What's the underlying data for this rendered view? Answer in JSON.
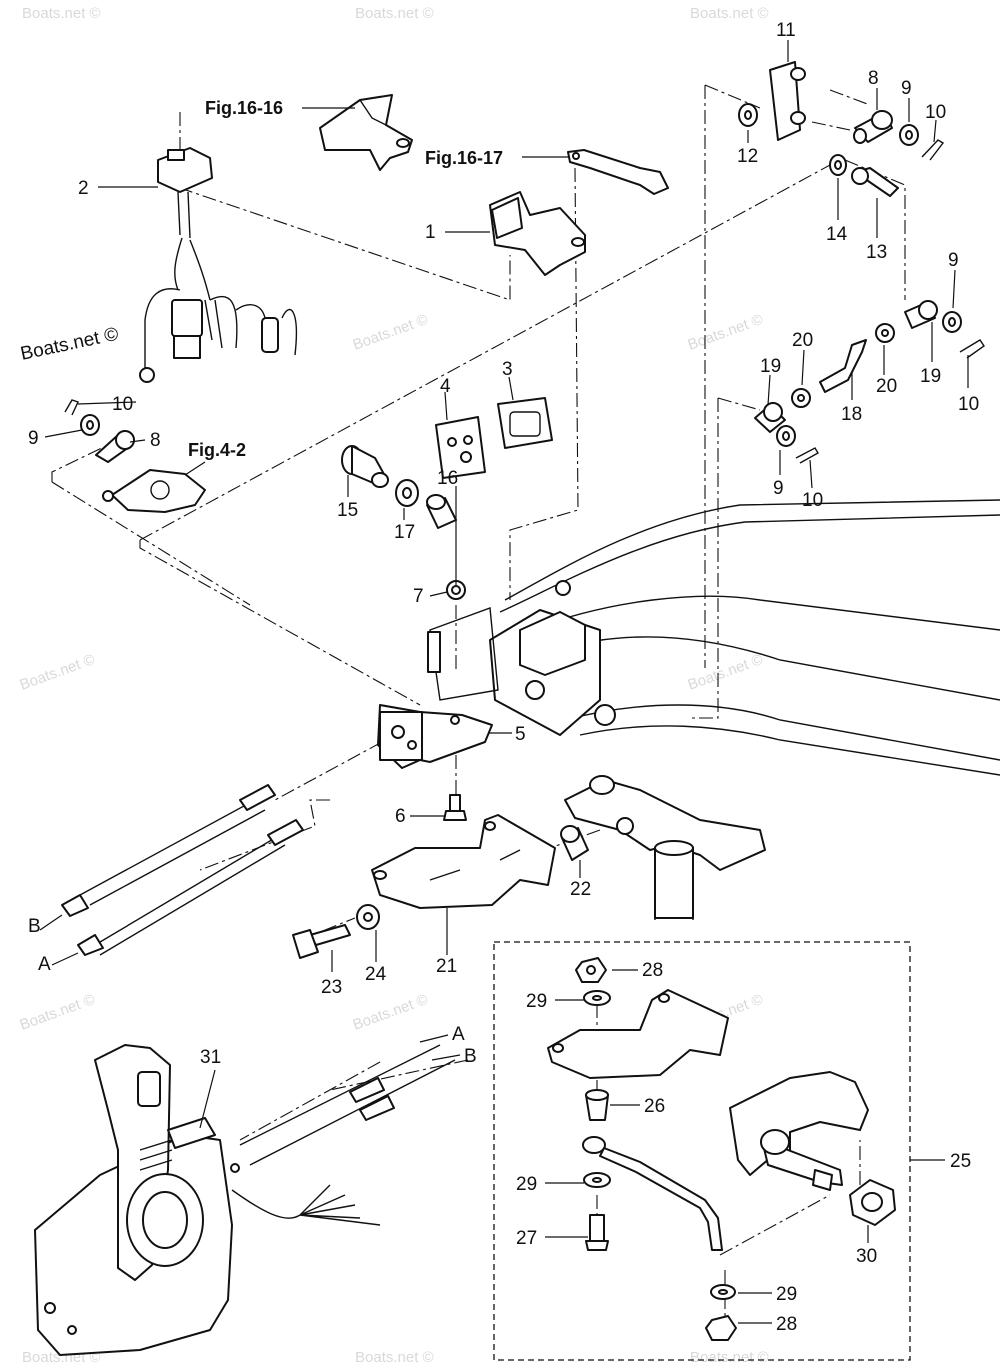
{
  "watermark": "Boats.net ©",
  "callouts": [
    "1",
    "2",
    "3",
    "4",
    "5",
    "6",
    "7",
    "8",
    "9",
    "10",
    "11",
    "12",
    "13",
    "14",
    "15",
    "16",
    "17",
    "18",
    "19",
    "20",
    "21",
    "22",
    "23",
    "24",
    "25",
    "26",
    "27",
    "28",
    "29",
    "30",
    "31"
  ],
  "cable_labels": [
    "A",
    "B"
  ],
  "figure_refs": {
    "f16_16": "Fig.16-16",
    "f16_17": "Fig.16-17",
    "f4_2": "Fig.4-2"
  }
}
